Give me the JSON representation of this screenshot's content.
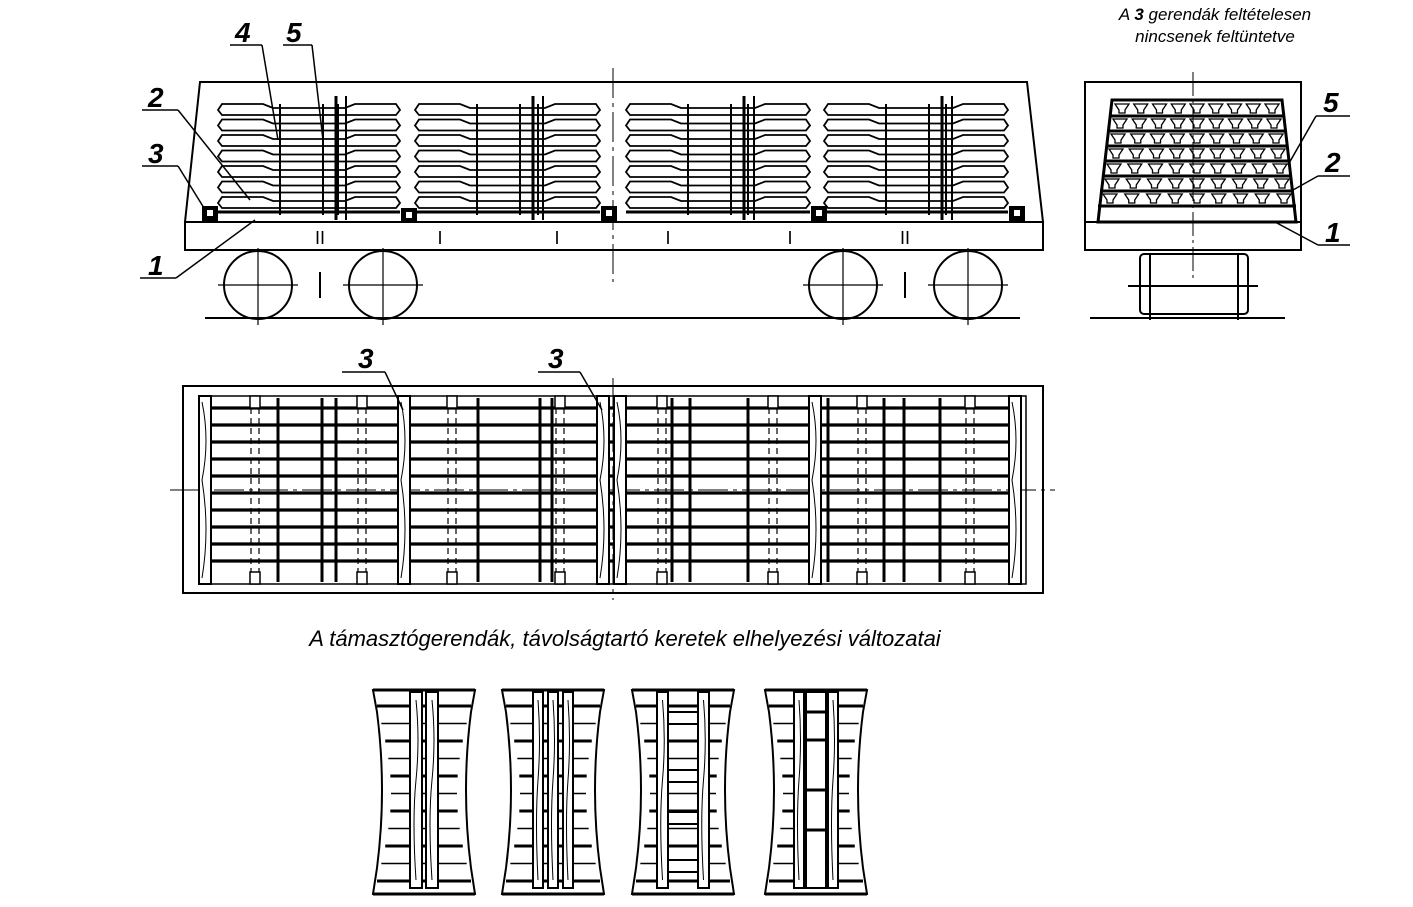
{
  "note": {
    "line1_prefix": "A",
    "line1_number": "3",
    "line1_suffix": "gerendák feltételesen",
    "line2": "nincsenek feltüntetve"
  },
  "caption": "A támasztógerendák, távolságtartó keretek elhelyezési változatai",
  "callouts": {
    "side_view": [
      "4",
      "5",
      "2",
      "3",
      "1"
    ],
    "end_view": [
      "5",
      "2",
      "1"
    ],
    "plan_view": [
      "3",
      "3"
    ]
  },
  "support_marks": [
    "II",
    "I",
    "I",
    "I",
    "I",
    "II"
  ]
}
